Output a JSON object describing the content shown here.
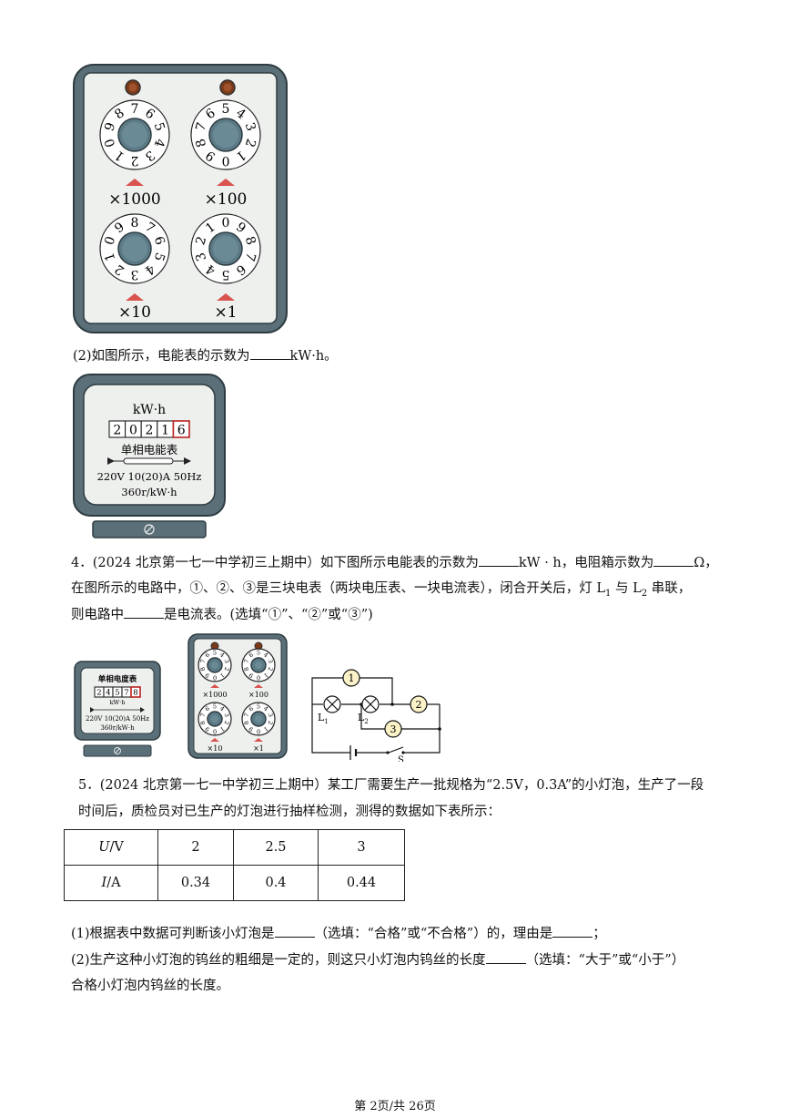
{
  "figures": {
    "box1": {
      "dials": [
        {
          "digits": [
            "0",
            "1",
            "2",
            "3",
            "4",
            "5",
            "6",
            "7",
            "8",
            "9"
          ],
          "multiplier": "×1000"
        },
        {
          "digits": [
            "0",
            "1",
            "2",
            "3",
            "4",
            "5",
            "6",
            "7",
            "8",
            "9"
          ],
          "multiplier": "×100"
        },
        {
          "digits": [
            "0",
            "1",
            "2",
            "3",
            "4",
            "5",
            "6",
            "7",
            "8",
            "9"
          ],
          "multiplier": "×10"
        },
        {
          "digits": [
            "0",
            "1",
            "2",
            "3",
            "4",
            "5",
            "6",
            "7",
            "8",
            "9"
          ],
          "multiplier": "×1"
        }
      ]
    },
    "meter1": {
      "unit": "kW·h",
      "digits": [
        "2",
        "0",
        "2",
        "1",
        "6"
      ],
      "name": "单相电能表",
      "spec": "220V  10(20)A  50Hz",
      "rate": "360r/kW·h"
    },
    "meter2": {
      "name": "单相电度表",
      "digits": [
        "2",
        "4",
        "5",
        "7",
        "8"
      ],
      "unit": "kW·h",
      "spec": "220V 10(20)A 50Hz",
      "rate": "360r/kW·h"
    },
    "box2": {
      "multipliers": [
        "×1000",
        "×100",
        "×10",
        "×1"
      ]
    },
    "circuit": {
      "meters": [
        "1",
        "2",
        "3"
      ],
      "lamp1": "L",
      "lamp1_sub": "1",
      "lamp2": "L",
      "lamp2_sub": "2",
      "switch": "S"
    }
  },
  "q3_2": {
    "prefix": "(2)如图所示，电能表的示数为",
    "suffix": "kW·h。"
  },
  "q4": {
    "line1_a": "4．(2024 北京第一七一中学初三上期中）如下图所示电能表的示数为",
    "line1_b": "kW · h，电阻箱示数为",
    "line1_c": "Ω，",
    "line2_a": "在图所示的电路中，①、②、③是三块电表（两块电压表、一块电流表），闭合开关后，灯 L",
    "line2_sub1": "1",
    "line2_b": " 与 L",
    "line2_sub2": "2",
    "line2_c": " 串联，",
    "line3_a": "则电路中",
    "line3_b": "是电流表。(选填“①”、“②”或“③”)"
  },
  "q5": {
    "line1": "5．(2024 北京第一七一中学初三上期中）某工厂需要生产一批规格为“2.5V，0.3A”的小灯泡，生产了一段",
    "line2": "时间后，质检员对已生产的灯泡进行抽样检测，测得的数据如下表所示：",
    "table": {
      "rows": [
        {
          "var": "U",
          "unit": "/V",
          "values": [
            "2",
            "2.5",
            "3"
          ]
        },
        {
          "var": "I",
          "unit": "/A",
          "values": [
            "0.34",
            "0.4",
            "0.44"
          ]
        }
      ]
    },
    "p1_a": "(1)根据表中数据可判断该小灯泡是",
    "p1_b": "（选填：“合格”或“不合格”）的，理由是",
    "p1_c": "；",
    "p2_a": "(2)生产这种小灯泡的钨丝的粗细是一定的，则这只小灯泡内钨丝的长度",
    "p2_b": "（选填：“大于”或“小于”）",
    "p2_c": "合格小灯泡内钨丝的长度。"
  },
  "footer": {
    "page": "第 2页/共 26页"
  }
}
